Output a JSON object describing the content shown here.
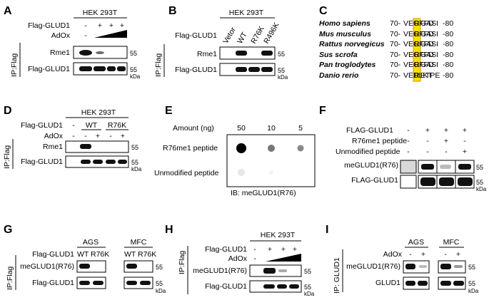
{
  "panels": {
    "A": {
      "label": "A",
      "cell": "HEK 293T",
      "row1": "Flag-GLUD1",
      "row2": "AdOx",
      "row1_signs": [
        "-",
        "+",
        "+",
        "+"
      ],
      "row2_signs": [
        "-"
      ],
      "blots": [
        "Rme1",
        "Flag-GLUD1"
      ],
      "ip": "IP:Flag",
      "mw": "55",
      "mw2": "55",
      "unit": "kDa"
    },
    "B": {
      "label": "B",
      "cell": "HEK 293T",
      "row1": "Flag-GLUD1",
      "lanes": [
        "Vetor",
        "WT",
        "R76K",
        "R496K"
      ],
      "blots": [
        "Rme1",
        "Flag-GLUD1"
      ],
      "ip": "IP:Flag",
      "mw": "55",
      "mw2": "55",
      "unit": "kDa"
    },
    "C": {
      "label": "C",
      "species": [
        "Homo sapiens",
        "Mus musculus",
        "Rattus norvegicus",
        "Sus scrofa",
        "Pan troglodytes",
        "Danio rerio"
      ],
      "seq_start": [
        "70-",
        "70-",
        "70-",
        "70-",
        "70-",
        "70-"
      ],
      "seq_pre": [
        "VEGFFD",
        "VEGFFD",
        "VEGFFD",
        "VEGFFD",
        "VEGFFD",
        "VEDLKT"
      ],
      "seq_hl": [
        "R",
        "R",
        "R",
        "R",
        "R",
        "R"
      ],
      "seq_post": [
        "GASI",
        "GASI",
        "GASI",
        "GASI",
        "GASI",
        "ETPE"
      ],
      "seq_end": [
        "-80",
        "-80",
        "-80",
        "-80",
        "-80",
        "-80"
      ],
      "highlight_color": "#f5e100"
    },
    "D": {
      "label": "D",
      "cell": "HEK 293T",
      "row1": "Flag-GLUD1",
      "groups": [
        "WT",
        "R76K"
      ],
      "row1_first": "-",
      "row2": "AdOx",
      "row2_signs": [
        "-",
        "-",
        "+",
        "-",
        "+"
      ],
      "blots": [
        "Rme1",
        "Flag-GLUD1"
      ],
      "ip": "IP:Flag",
      "mw": "55",
      "mw2": "55",
      "unit": "kDa"
    },
    "E": {
      "label": "E",
      "amount_label": "Amount (ng)",
      "amounts": [
        "50",
        "10",
        "5"
      ],
      "rows": [
        "R76me1 peptide",
        "Unmodified peptide"
      ],
      "ib": "IB:  meGLUD1(R76)"
    },
    "F": {
      "label": "F",
      "rows": [
        "FLAG-GLUD1",
        "R76me1 peptide",
        "Unmodified peptide"
      ],
      "signs": [
        [
          "-",
          "+",
          "+",
          "+"
        ],
        [
          "-",
          "-",
          "+",
          "-"
        ],
        [
          "-",
          "-",
          "-",
          "+"
        ]
      ],
      "blots": [
        "meGLUD1(R76)",
        "FLAG-GLUD1"
      ],
      "mw": "55",
      "mw2": "55",
      "unit": "kDa"
    },
    "G": {
      "label": "G",
      "cells": [
        "AGS",
        "MFC"
      ],
      "row1": "Flag-GLUD1",
      "lanes": [
        "WT",
        "R76K"
      ],
      "blots": [
        "meGLUD1(R76)",
        "Flag-GLUD1"
      ],
      "ip": "IP:Flag",
      "mw": "55",
      "mw2": "55",
      "unit": "kDa"
    },
    "H": {
      "label": "H",
      "cell": "HEK 293T",
      "row1": "Flag-GLUD1",
      "row1_signs": [
        "-",
        "+",
        "+",
        "+"
      ],
      "row2": "AdOx",
      "row2_signs": [
        "-"
      ],
      "blots": [
        "meGLUD1(R76)",
        "Flag-GLUD1"
      ],
      "ip": "IP:Flag",
      "mw": "55",
      "mw2": "55",
      "unit": "kDa"
    },
    "I": {
      "label": "I",
      "cells": [
        "AGS",
        "MFC"
      ],
      "row1": "AdOx",
      "signs": [
        "-",
        "+"
      ],
      "blots": [
        "meGLUD1(R76)",
        "GLUD1"
      ],
      "ip": "IP: GLUD1",
      "mw": "55",
      "mw2": "55",
      "unit": "kDa"
    }
  }
}
